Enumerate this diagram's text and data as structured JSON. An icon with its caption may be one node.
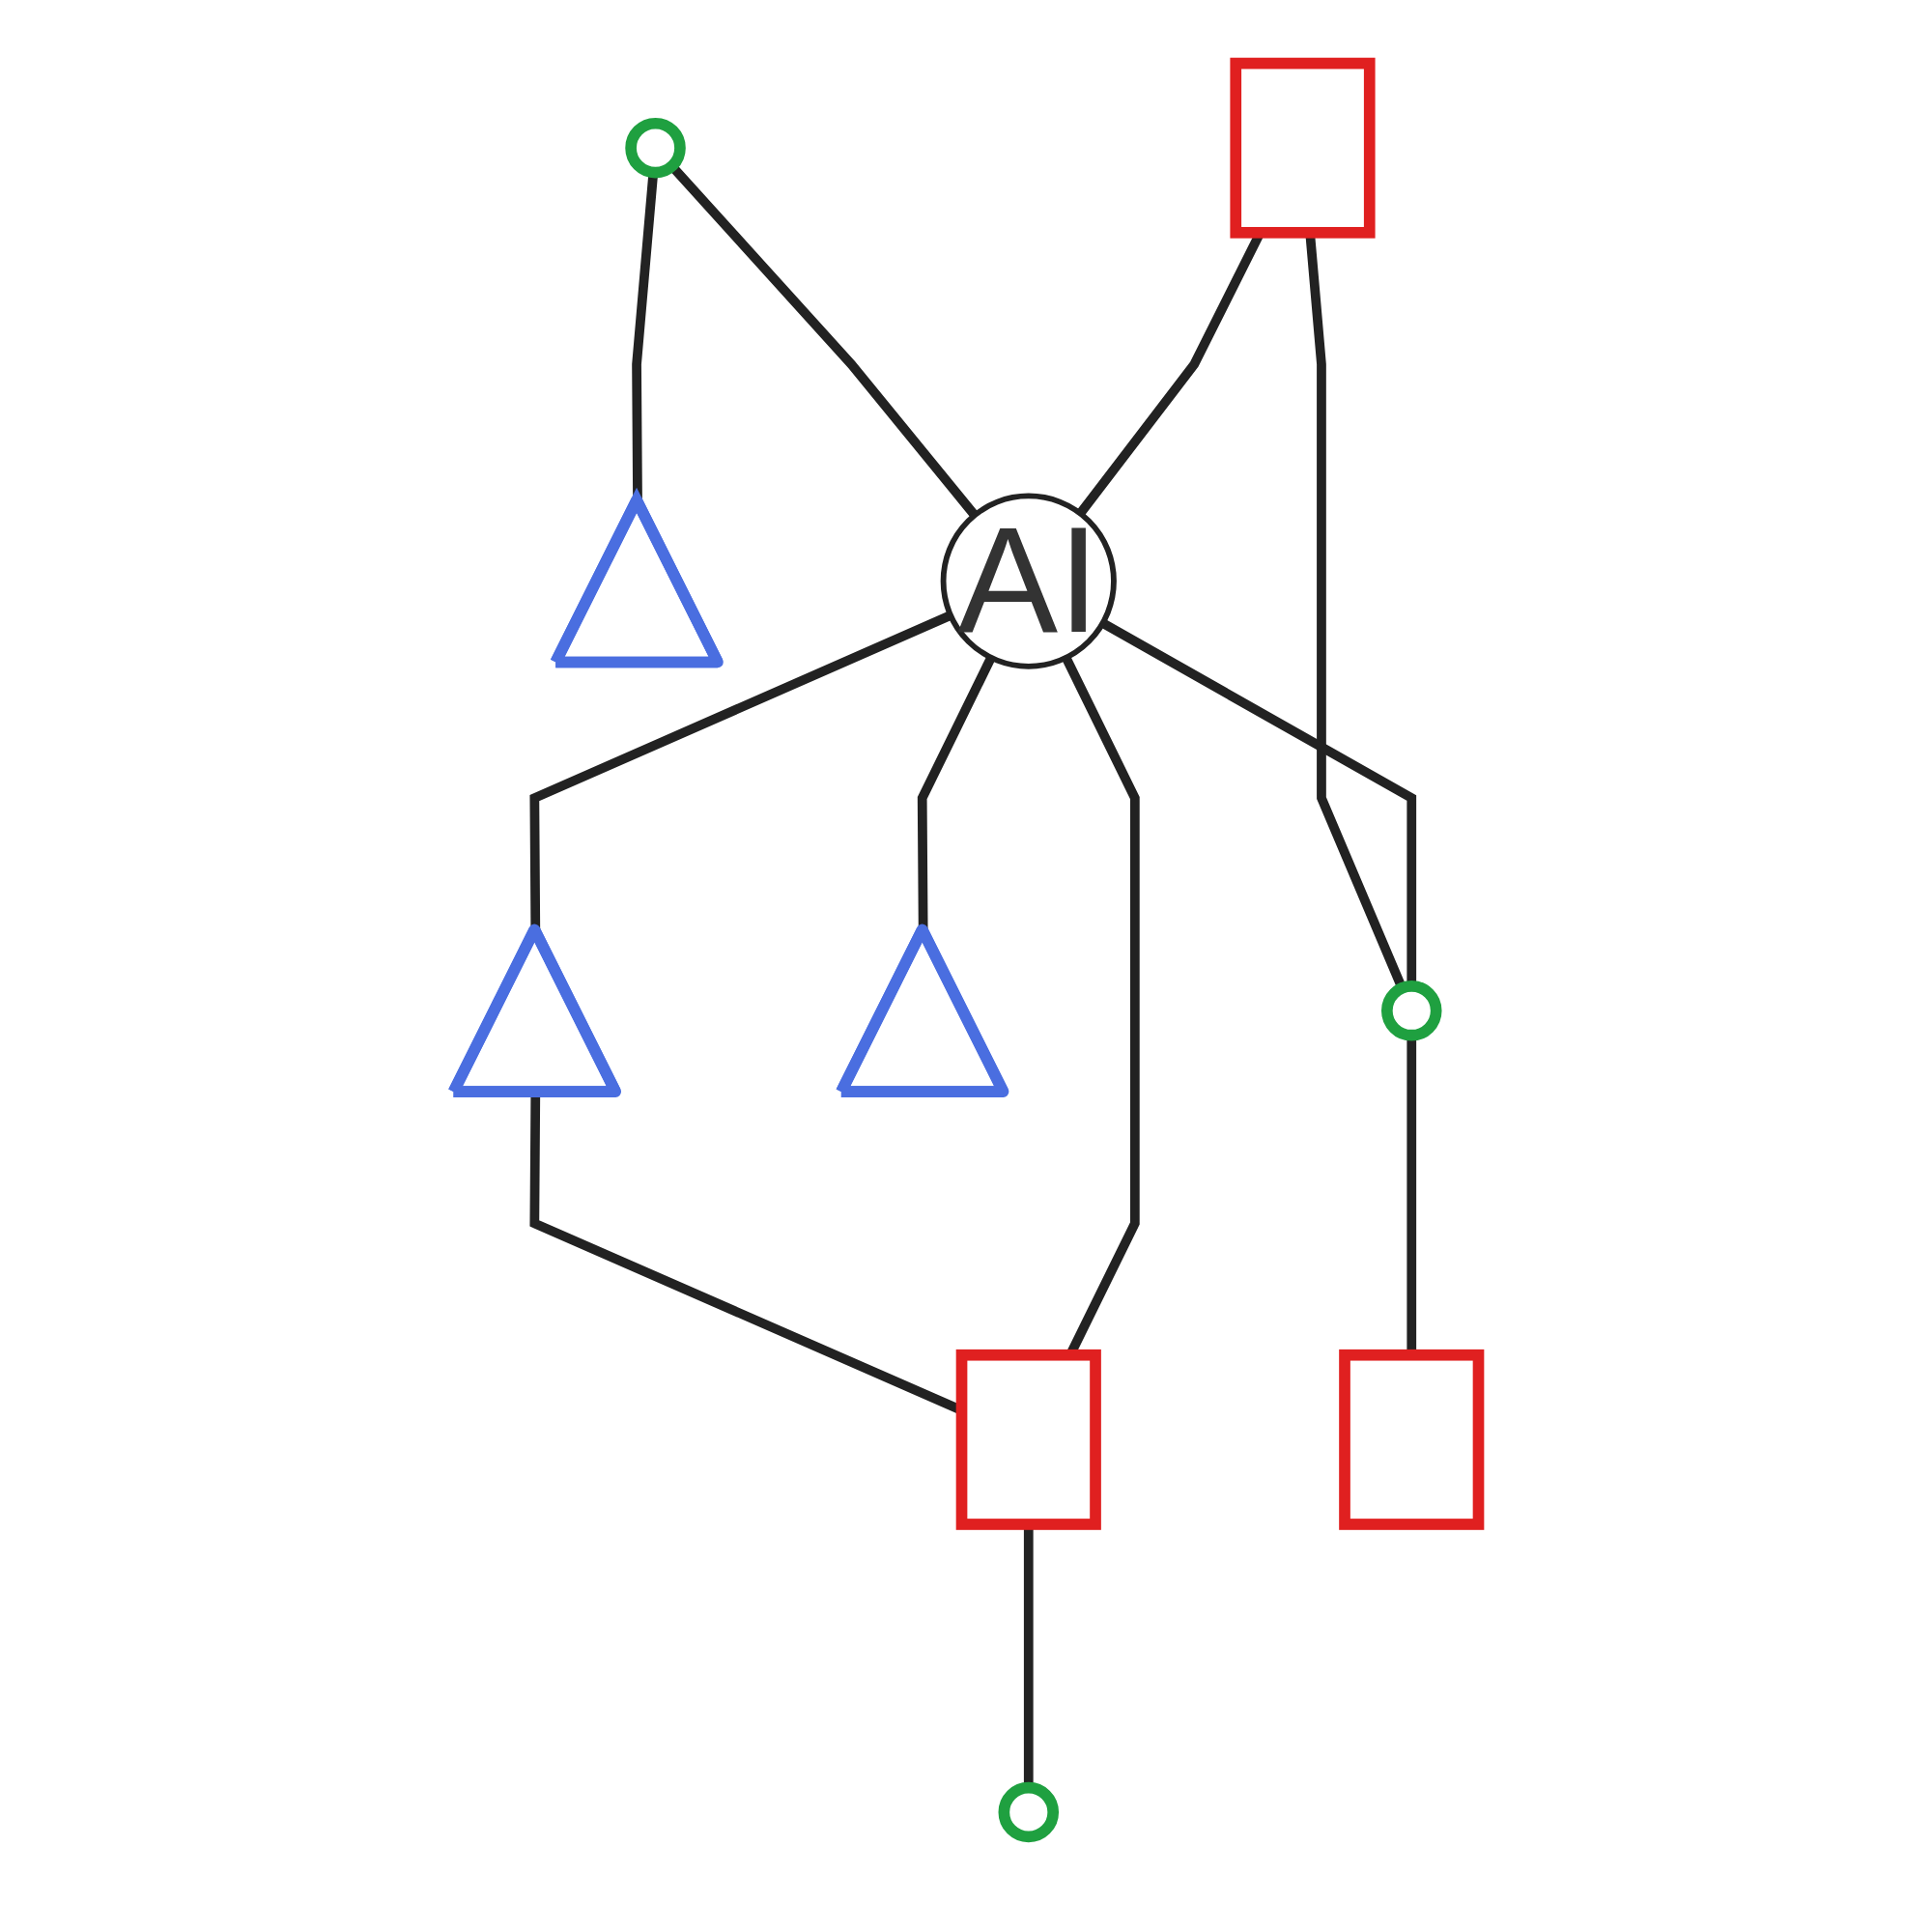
{
  "diagram": {
    "nodes": [
      {
        "text": [],
        "shape": "circle"
      },
      {
        "text": [],
        "shape": "triangle"
      },
      {
        "text": [],
        "shape": "triangle"
      },
      {
        "text": [],
        "shape": "box"
      },
      {
        "text": [
          "AI"
        ]
      },
      {
        "text": [],
        "shape": "box"
      },
      {
        "text": [],
        "shape": "circle"
      },
      {
        "text": [],
        "shape": "triangle"
      },
      {
        "text": [],
        "shape": "circle"
      },
      {
        "text": [],
        "shape": "box"
      }
    ],
    "edges": [
      {
        "from": 0,
        "to": 1,
        "arrow": "none"
      },
      {
        "from": 0,
        "to": 4,
        "arrow": "none"
      },
      {
        "from": 4,
        "to": 2,
        "arrow": "none"
      },
      {
        "from": 2,
        "to": 5,
        "arrow": "none"
      },
      {
        "from": 3,
        "to": 4,
        "arrow": "none"
      },
      {
        "from": 3,
        "to": 8,
        "arrow": "none"
      },
      {
        "from": 5,
        "to": 4,
        "arrow": "none"
      },
      {
        "from": 5,
        "to": 6,
        "arrow": "none"
      },
      {
        "from": 4,
        "to": 8,
        "arrow": "none"
      },
      {
        "from": 4,
        "to": 7,
        "arrow": "none"
      },
      {
        "from": 8,
        "to": 9,
        "arrow": "none"
      }
    ]
  }
}
